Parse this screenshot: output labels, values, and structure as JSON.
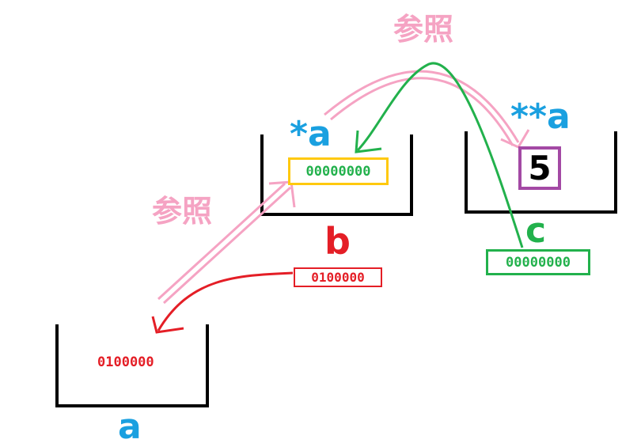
{
  "colors": {
    "blue": "#1aa0e0",
    "red": "#e41e26",
    "green": "#22b14c",
    "pink": "#f5a3c3",
    "yellow": "#ffc90e",
    "purple": "#a349a4",
    "black": "#000000"
  },
  "labels": {
    "var_a": "a",
    "var_b": "b",
    "var_c": "c",
    "deref_a": "*a",
    "double_deref_a": "**a",
    "ref_top": "参照",
    "ref_left": "参照"
  },
  "values": {
    "a_content": "0100000",
    "b_address": "0100000",
    "b_content": "00000000",
    "c_address": "00000000",
    "c_content": "5"
  }
}
